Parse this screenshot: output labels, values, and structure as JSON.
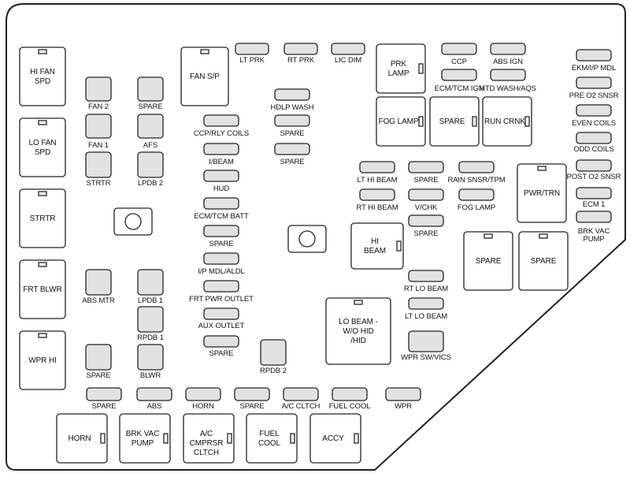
{
  "relays_large": [
    {
      "id": "hi_fan_spd",
      "label": "HI FAN\nSPD"
    },
    {
      "id": "lo_fan_spd",
      "label": "LO FAN\nSPD"
    },
    {
      "id": "strtr_relay",
      "label": "STRTR"
    },
    {
      "id": "frt_blwr",
      "label": "FRT BLWR"
    },
    {
      "id": "wpr_hi",
      "label": "WPR HI"
    },
    {
      "id": "fan_sp",
      "label": "FAN S/P"
    },
    {
      "id": "prk_lamp",
      "label": "PRK\nLAMP"
    },
    {
      "id": "fog_lamp_relay",
      "label": "FOG LAMP"
    },
    {
      "id": "spare_relay_top",
      "label": "SPARE"
    },
    {
      "id": "run_crnk",
      "label": "RUN CRNK"
    },
    {
      "id": "pwr_trn",
      "label": "PWR/TRN"
    },
    {
      "id": "hi_beam",
      "label": "HI\nBEAM"
    },
    {
      "id": "spare_relay_r1",
      "label": "SPARE"
    },
    {
      "id": "spare_relay_r2",
      "label": "SPARE"
    },
    {
      "id": "lo_beam",
      "label": "LO BEAM -\nW/O HID\n/HID"
    },
    {
      "id": "horn_relay",
      "label": "HORN"
    },
    {
      "id": "brk_vac_pump_relay",
      "label": "BRK VAC\nPUMP"
    },
    {
      "id": "ac_cmprsr",
      "label": "A/C CMPRSR\nCLTCH"
    },
    {
      "id": "fuel_cool_relay",
      "label": "FUEL\nCOOL"
    },
    {
      "id": "accy",
      "label": "ACCY"
    }
  ],
  "fuses_square": [
    {
      "id": "fan2",
      "label": "FAN 2"
    },
    {
      "id": "spare_sq1",
      "label": "SPARE"
    },
    {
      "id": "fan1",
      "label": "FAN 1"
    },
    {
      "id": "afs",
      "label": "AFS"
    },
    {
      "id": "strtr_fuse",
      "label": "STRTR"
    },
    {
      "id": "lpdb2",
      "label": "LPDB 2"
    },
    {
      "id": "abs_mtr",
      "label": "ABS MTR"
    },
    {
      "id": "lpdb1",
      "label": "LPDB 1"
    },
    {
      "id": "rpdb1",
      "label": "RPDB 1"
    },
    {
      "id": "spare_sq2",
      "label": "SPARE"
    },
    {
      "id": "blwr",
      "label": "BLWR"
    },
    {
      "id": "rpdb2",
      "label": "RPDB 2"
    }
  ],
  "fuses_mini": [
    {
      "id": "lt_prk",
      "label": "LT PRK"
    },
    {
      "id": "rt_prk",
      "label": "RT PRK"
    },
    {
      "id": "lic_dim",
      "label": "LIC DIM"
    },
    {
      "id": "ccp",
      "label": "CCP"
    },
    {
      "id": "abs_ign",
      "label": "ABS IGN"
    },
    {
      "id": "ecm_tcm_ign",
      "label": "ECM/TCM IGN"
    },
    {
      "id": "htd_wash",
      "label": "HTD WASH/AQS"
    },
    {
      "id": "ekm",
      "label": "EKM/I/P MDL"
    },
    {
      "id": "pre_o2",
      "label": "PRE O2 SNSR"
    },
    {
      "id": "even_coils",
      "label": "EVEN COILS"
    },
    {
      "id": "odd_coils",
      "label": "ODD COILS"
    },
    {
      "id": "post_o2",
      "label": "POST O2 SNSR"
    },
    {
      "id": "ecm1",
      "label": "ECM 1"
    },
    {
      "id": "brk_vac_pump_fuse",
      "label": "BRK VAC\nPUMP"
    },
    {
      "id": "hdlp_wash",
      "label": "HDLP WASH"
    },
    {
      "id": "spare_c1",
      "label": "SPARE"
    },
    {
      "id": "spare_c2",
      "label": "SPARE"
    },
    {
      "id": "ccp_rly_coils",
      "label": "CCP/RLY COILS"
    },
    {
      "id": "i_beam",
      "label": "I/BEAM"
    },
    {
      "id": "hud",
      "label": "HUD"
    },
    {
      "id": "ecm_tcm_batt",
      "label": "ECM/TCM BATT"
    },
    {
      "id": "spare_c3",
      "label": "SPARE"
    },
    {
      "id": "ip_mdl_aldl",
      "label": "I/P MDL/ALDL"
    },
    {
      "id": "frt_pwr_outlet",
      "label": "FRT PWR OUTLET"
    },
    {
      "id": "aux_outlet",
      "label": "AUX OUTLET"
    },
    {
      "id": "spare_c4",
      "label": "SPARE"
    },
    {
      "id": "lt_hi_beam",
      "label": "LT HI BEAM"
    },
    {
      "id": "spare_m1",
      "label": "SPARE"
    },
    {
      "id": "rain_snsr",
      "label": "RAIN SNSR/TPM"
    },
    {
      "id": "rt_hi_beam",
      "label": "RT HI BEAM"
    },
    {
      "id": "v_chk",
      "label": "V/CHK"
    },
    {
      "id": "fog_lamp_fuse",
      "label": "FOG LAMP"
    },
    {
      "id": "spare_m2",
      "label": "SPARE"
    },
    {
      "id": "rt_lo_beam",
      "label": "RT LO BEAM"
    },
    {
      "id": "lt_lo_beam",
      "label": "LT LO BEAM"
    },
    {
      "id": "wpr_sw_vics",
      "label": "WPR SW/VICS"
    },
    {
      "id": "spare_b1",
      "label": "SPARE"
    },
    {
      "id": "abs",
      "label": "ABS"
    },
    {
      "id": "horn_fuse",
      "label": "HORN"
    },
    {
      "id": "spare_b2",
      "label": "SPARE"
    },
    {
      "id": "ac_cltch_fuse",
      "label": "A/C CLTCH"
    },
    {
      "id": "fuel_cool_fuse",
      "label": "FUEL COOL"
    },
    {
      "id": "wpr",
      "label": "WPR"
    }
  ]
}
